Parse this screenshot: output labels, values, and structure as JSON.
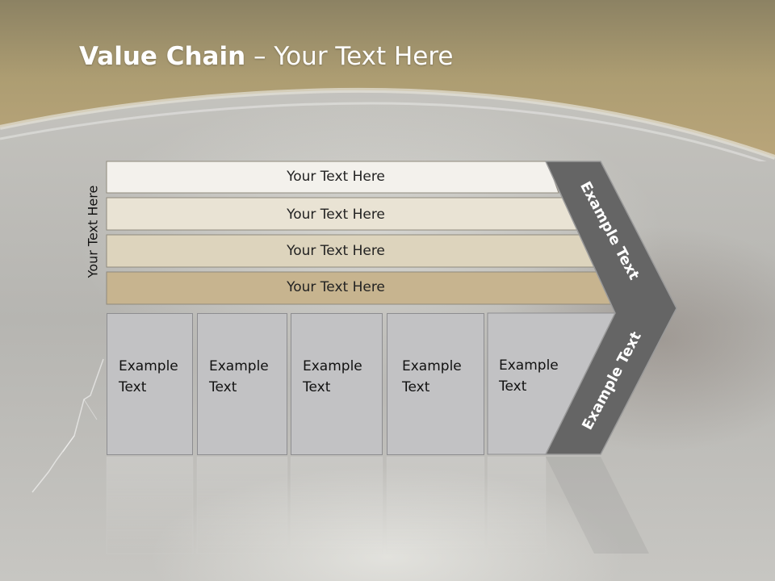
{
  "slide": {
    "title_bold": "Value Chain",
    "title_rest": " – Your Text Here",
    "side_label": "Your Text Here",
    "rows": [
      {
        "label": "Your Text Here"
      },
      {
        "label": "Your Text Here"
      },
      {
        "label": "Your Text Here"
      },
      {
        "label": "Your Text Here"
      }
    ],
    "boxes": [
      {
        "line1": "Example",
        "line2": "Text"
      },
      {
        "line1": "Example",
        "line2": "Text"
      },
      {
        "line1": "Example",
        "line2": "Text"
      },
      {
        "line1": "Example",
        "line2": "Text"
      },
      {
        "line1": "Example",
        "line2": "Text"
      }
    ],
    "chevron_upper": "Example Text",
    "chevron_lower": "Example Text"
  },
  "colors": {
    "header": "#a9986c",
    "row1": "#f3f1ec",
    "row2": "#e9e3d4",
    "row3": "#ddd4bd",
    "row4": "#c7b48f",
    "box": "#c2c2c4",
    "chevron": "#656565"
  }
}
